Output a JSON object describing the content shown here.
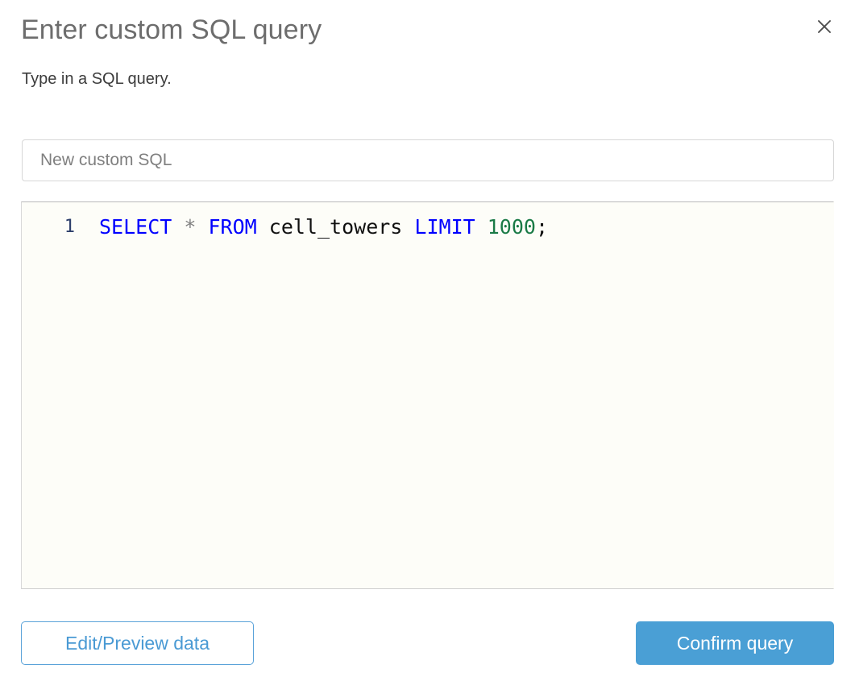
{
  "dialog": {
    "title": "Enter custom SQL query",
    "subtitle": "Type in a SQL query.",
    "close_icon": "close-icon"
  },
  "name_field": {
    "value": "",
    "placeholder": "New custom SQL"
  },
  "editor": {
    "line_number": "1",
    "tokens": [
      {
        "text": "SELECT",
        "type": "keyword"
      },
      {
        "text": " ",
        "type": "plain"
      },
      {
        "text": "*",
        "type": "operator"
      },
      {
        "text": " ",
        "type": "plain"
      },
      {
        "text": "FROM",
        "type": "keyword"
      },
      {
        "text": " ",
        "type": "plain"
      },
      {
        "text": "cell_towers",
        "type": "ident"
      },
      {
        "text": " ",
        "type": "plain"
      },
      {
        "text": "LIMIT",
        "type": "keyword"
      },
      {
        "text": " ",
        "type": "plain"
      },
      {
        "text": "1000",
        "type": "number"
      },
      {
        "text": ";",
        "type": "punct"
      }
    ],
    "full_text": "SELECT * FROM cell_towers LIMIT 1000;"
  },
  "footer": {
    "edit_preview_label": "Edit/Preview data",
    "confirm_label": "Confirm query"
  },
  "colors": {
    "accent_blue": "#4a9fd5",
    "outline_blue": "#5ba3d9",
    "keyword_blue": "#0000ff",
    "number_green": "#1a7a46",
    "title_gray": "#6d6d6d",
    "editor_background": "#fdfdf8"
  }
}
